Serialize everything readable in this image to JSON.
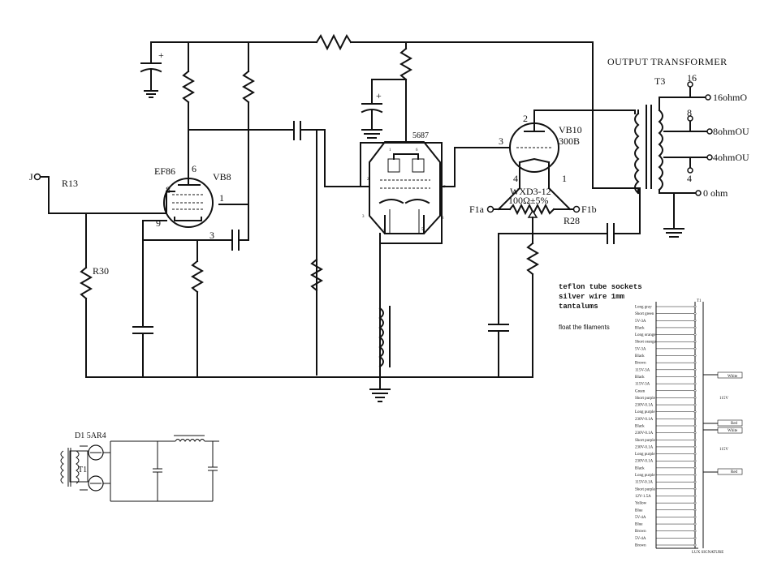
{
  "labels": {
    "input_jack": "J",
    "r13": "R13",
    "r30": "R30",
    "ef86": "EF86",
    "vb8": "VB8",
    "pin6": "6",
    "pin8": "8",
    "pin1": "1",
    "pin9": "9",
    "pin3": "3",
    "t5687": "5687",
    "p5687_1": "1",
    "p5687_6": "6",
    "p5687_2": "2",
    "p5687_7": "7",
    "p5687_3": "3",
    "p5687_8": "8",
    "p5687_4": "4",
    "p5687_5": "5",
    "vb10": "VB10",
    "t300b": "300B",
    "p300_2": "2",
    "p300_3": "3",
    "p300_4": "4",
    "p300_1": "1",
    "wxd": "WXD3-12",
    "pot": "100Ω±5%",
    "f1a": "F1a",
    "f1b": "F1b",
    "r28": "R28",
    "output_transformer": "OUTPUT TRANSFORMER",
    "t3": "T3",
    "tap16": "16",
    "tap8": "8",
    "tap4": "4",
    "out16": "16ohmO",
    "out8": "8ohmOU",
    "out4": "4ohmOU",
    "out0": "0 ohm",
    "psu_tube": "D1 5AR4",
    "psu_t1": "T1"
  },
  "notes": {
    "line1": "teflon tube sockets",
    "line2": "silver wire 1mm",
    "line3": "tantalums",
    "line4": "float the filaments"
  },
  "power_transformer": {
    "left_labels": [
      "Long gray",
      "Short green",
      "5V-3A",
      "Black",
      "Long orange",
      "Short orange",
      "5V-3A",
      "Black",
      "Brown",
      "115V-3A",
      "Black",
      "115V-3A",
      "Green",
      "Short purple",
      "230V-0.1A",
      "Long purple",
      "230V-0.1A",
      "Black",
      "230V-0.1A",
      "Short purple",
      "230V-0.1A",
      "Long purple",
      "230V-0.1A",
      "Black",
      "Long purple",
      "115V-0.1A",
      "Short purple",
      "12V-1.5A",
      "Yellow",
      "Blue",
      "5V-4A",
      "Blue",
      "Brown",
      "5V-4A",
      "Brown"
    ],
    "right_labels": [
      "White",
      "115V",
      "Red",
      "White",
      "115V",
      "Red"
    ],
    "footer": "LUX SIGNATURE",
    "top_label": "T1"
  }
}
